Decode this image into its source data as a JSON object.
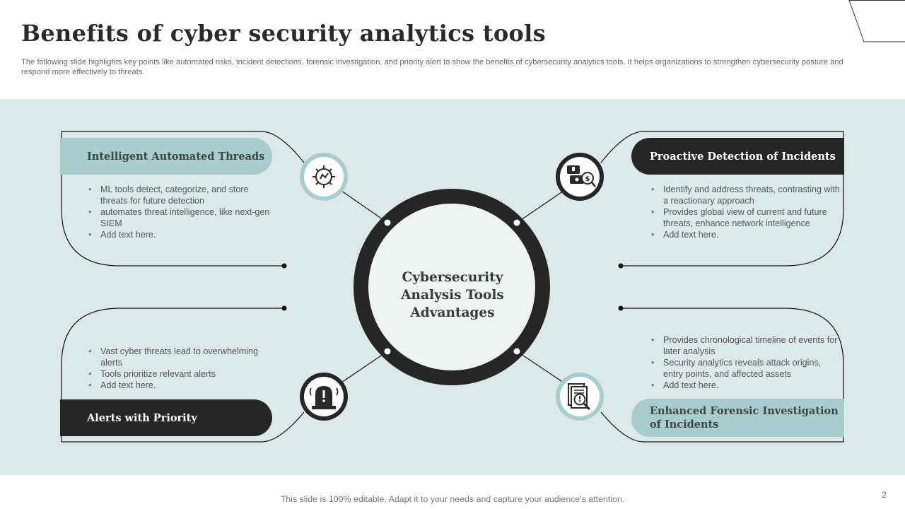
{
  "slide": {
    "title": "Benefits of  cyber security analytics tools",
    "subtitle": "The following slide highlights key points like automated risks, incident detections, forensic investigation, and priority alert to show the benefits of cybersecurity analytics tools. It helps organizations to strengthen cybersecurity posture and respond more effectively to threats.",
    "footer": "This slide is 100% editable. Adapt it to your needs and capture your audience's attention.",
    "page_number": "2"
  },
  "center": {
    "label": "Cybersecurity Analysis Tools Advantages"
  },
  "benefits": [
    {
      "title": "Intelligent  Automated Threads",
      "icon": "automation-gear-icon",
      "bullets": [
        "ML tools detect, categorize, and store threats for future detection",
        "automates threat intelligence, like next-gen SIEM",
        "Add text here."
      ]
    },
    {
      "title": "Proactive Detection of  Incidents",
      "icon": "threat-detection-icon",
      "bullets": [
        "Identify and address threats, contrasting with a reactionary approach",
        "Provides  global view of current and future threats, enhance network intelligence",
        "Add text here."
      ]
    },
    {
      "title": "Alerts with Priority",
      "icon": "siren-alert-icon",
      "bullets": [
        "Vast cyber threats lead to overwhelming  alerts",
        "Tools prioritize relevant  alerts",
        "Add text here."
      ]
    },
    {
      "title": "Enhanced Forensic Investigation of  Incidents",
      "icon": "forensic-search-icon",
      "bullets": [
        "Provides  chronological timeline of events for later analysis",
        "Security analytics reveals attack origins, entry points, and affected assets",
        "Add text here."
      ]
    }
  ],
  "colors": {
    "band": "#dce9e8",
    "accent_light": "#a9cdcd",
    "accent_dark": "#262626",
    "center_fill": "#eef3f4"
  }
}
